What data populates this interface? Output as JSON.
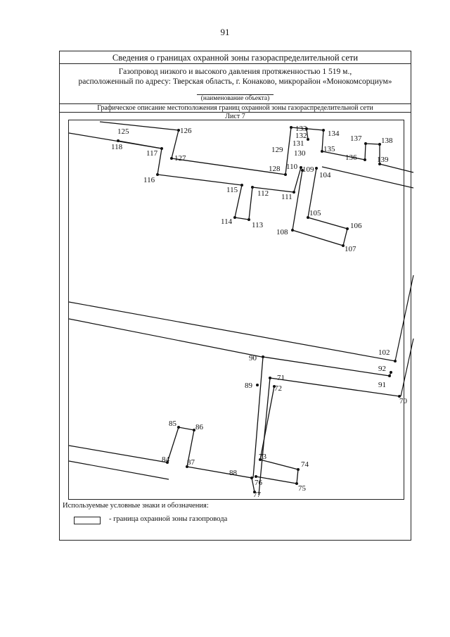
{
  "page_number": "91",
  "header": {
    "title": "Сведения о границах охранной зоны газораспределительной сети",
    "description_line1": "Газопровод низкого и высокого давления протяженностью 1 519  м.,",
    "description_line2": "расположенный по адресу: Тверская область, г. Конаково, микрорайон «Монокомсорциум»",
    "name_caption": "(наименование объекта)",
    "graphic_description": "Графическое описание местоположения границ охранной зоны газораспределительной сети",
    "sheet": "Лист 7"
  },
  "map": {
    "point_labels": {
      "p70": "70",
      "p71": "71",
      "p72": "72",
      "p73": "73",
      "p74": "74",
      "p75": "75",
      "p76": "76",
      "p77": "77",
      "p84": "84",
      "p85": "85",
      "p86": "86",
      "p87": "87",
      "p88": "88",
      "p89": "89",
      "p90": "90",
      "p91": "91",
      "p92": "92",
      "p102": "102",
      "p104": "104",
      "p105": "105",
      "p106": "106",
      "p107": "107",
      "p108": "108",
      "p109": "109",
      "p110": "110",
      "p111": "111",
      "p112": "112",
      "p113": "113",
      "p114": "114",
      "p115": "115",
      "p116": "116",
      "p117": "117",
      "p118": "118",
      "p125": "125",
      "p126": "126",
      "p127": "127",
      "p128": "128",
      "p129": "129",
      "p130": "130",
      "p131": "131",
      "p132": "132",
      "p133": "133",
      "p134": "134",
      "p135": "135",
      "p136": "136",
      "p137": "137",
      "p138": "138",
      "p139": "139"
    }
  },
  "legend": {
    "title": "Используемые условные знаки и обозначения:",
    "items": [
      {
        "text": "-  граница охранной зоны газопровода"
      }
    ]
  }
}
